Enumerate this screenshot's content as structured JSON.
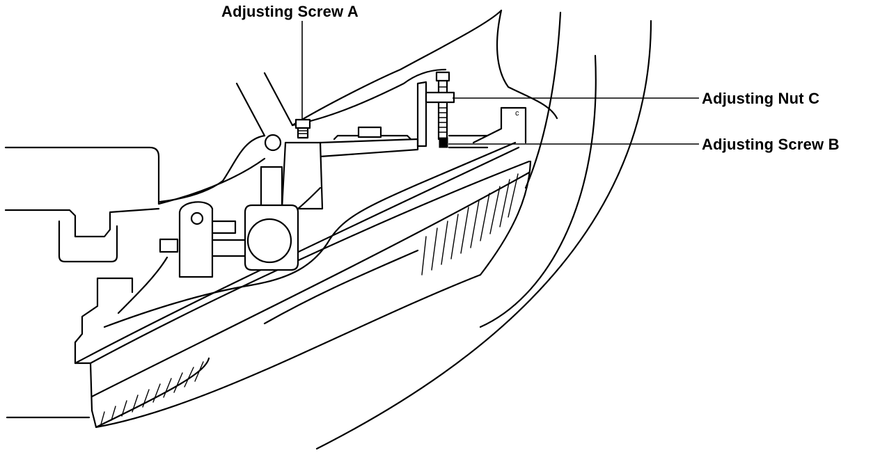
{
  "labels": {
    "adjusting_screw_a": "Adjusting Screw A",
    "adjusting_nut_c": "Adjusting Nut C",
    "adjusting_screw_b": "Adjusting Screw B",
    "bracket_mark": "c"
  }
}
